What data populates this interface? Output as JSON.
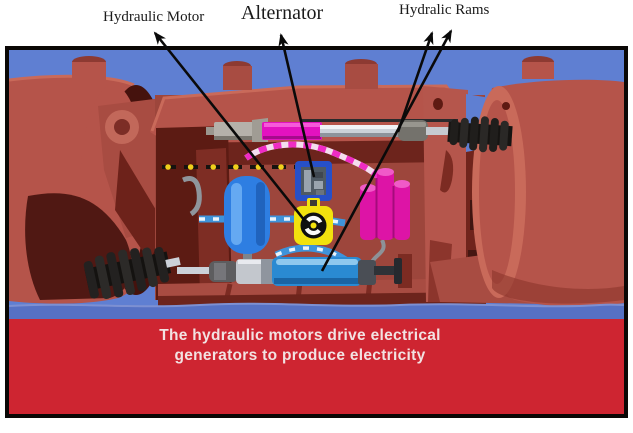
{
  "labels": {
    "hydraulic_motor": "Hydraulic Motor",
    "alternator": "Alternator",
    "hydraulic_rams": "Hydralic Rams"
  },
  "caption": {
    "line1": "The hydraulic motors drive electrical",
    "line2": "generators to produce electricity"
  },
  "components": [
    "left-hull-segment",
    "right-hull-segment",
    "hinge-joint",
    "upper-hydraulic-ram",
    "lower-hydraulic-ram",
    "bellows-seal",
    "accumulator-tank",
    "alternator-unit",
    "hydraulic-motor-unit",
    "pressure-accumulators",
    "power-cable",
    "waterline"
  ],
  "colors": {
    "sky": "#5f7fd2",
    "water": "#5671c4",
    "band": "#ce2531",
    "caption": "#f2e2e2",
    "frame": "#0a0705",
    "hull": "#b5544a",
    "hull_light": "#c96a5a",
    "hull2": "#a84c42",
    "hull_dark": "#8c352c",
    "deep": "#45120d",
    "deep2": "#5c1b13",
    "wall": "#9d463c",
    "magenta": "#e312c0",
    "hose": "#ef2cc4",
    "acc": "#dd14a6",
    "silver": "#ccd1d9",
    "tank": "#2e7ee2",
    "tank_light": "#6fb0f4",
    "tank_dark": "#1d5cb4",
    "alt_frame": "#2750c8",
    "alt_panel": "#4f5a64",
    "alt_light": "#9aa4ae",
    "motor": "#f2e20e",
    "cable_yellow": "#f0cf1c",
    "pipe": "#3e93da",
    "ram": "#2a8ad2",
    "ram_light": "#8ec8ee",
    "ram_dark": "#1a64a4",
    "arrow": "#0a0a0a",
    "label": "#1b1b1b"
  }
}
